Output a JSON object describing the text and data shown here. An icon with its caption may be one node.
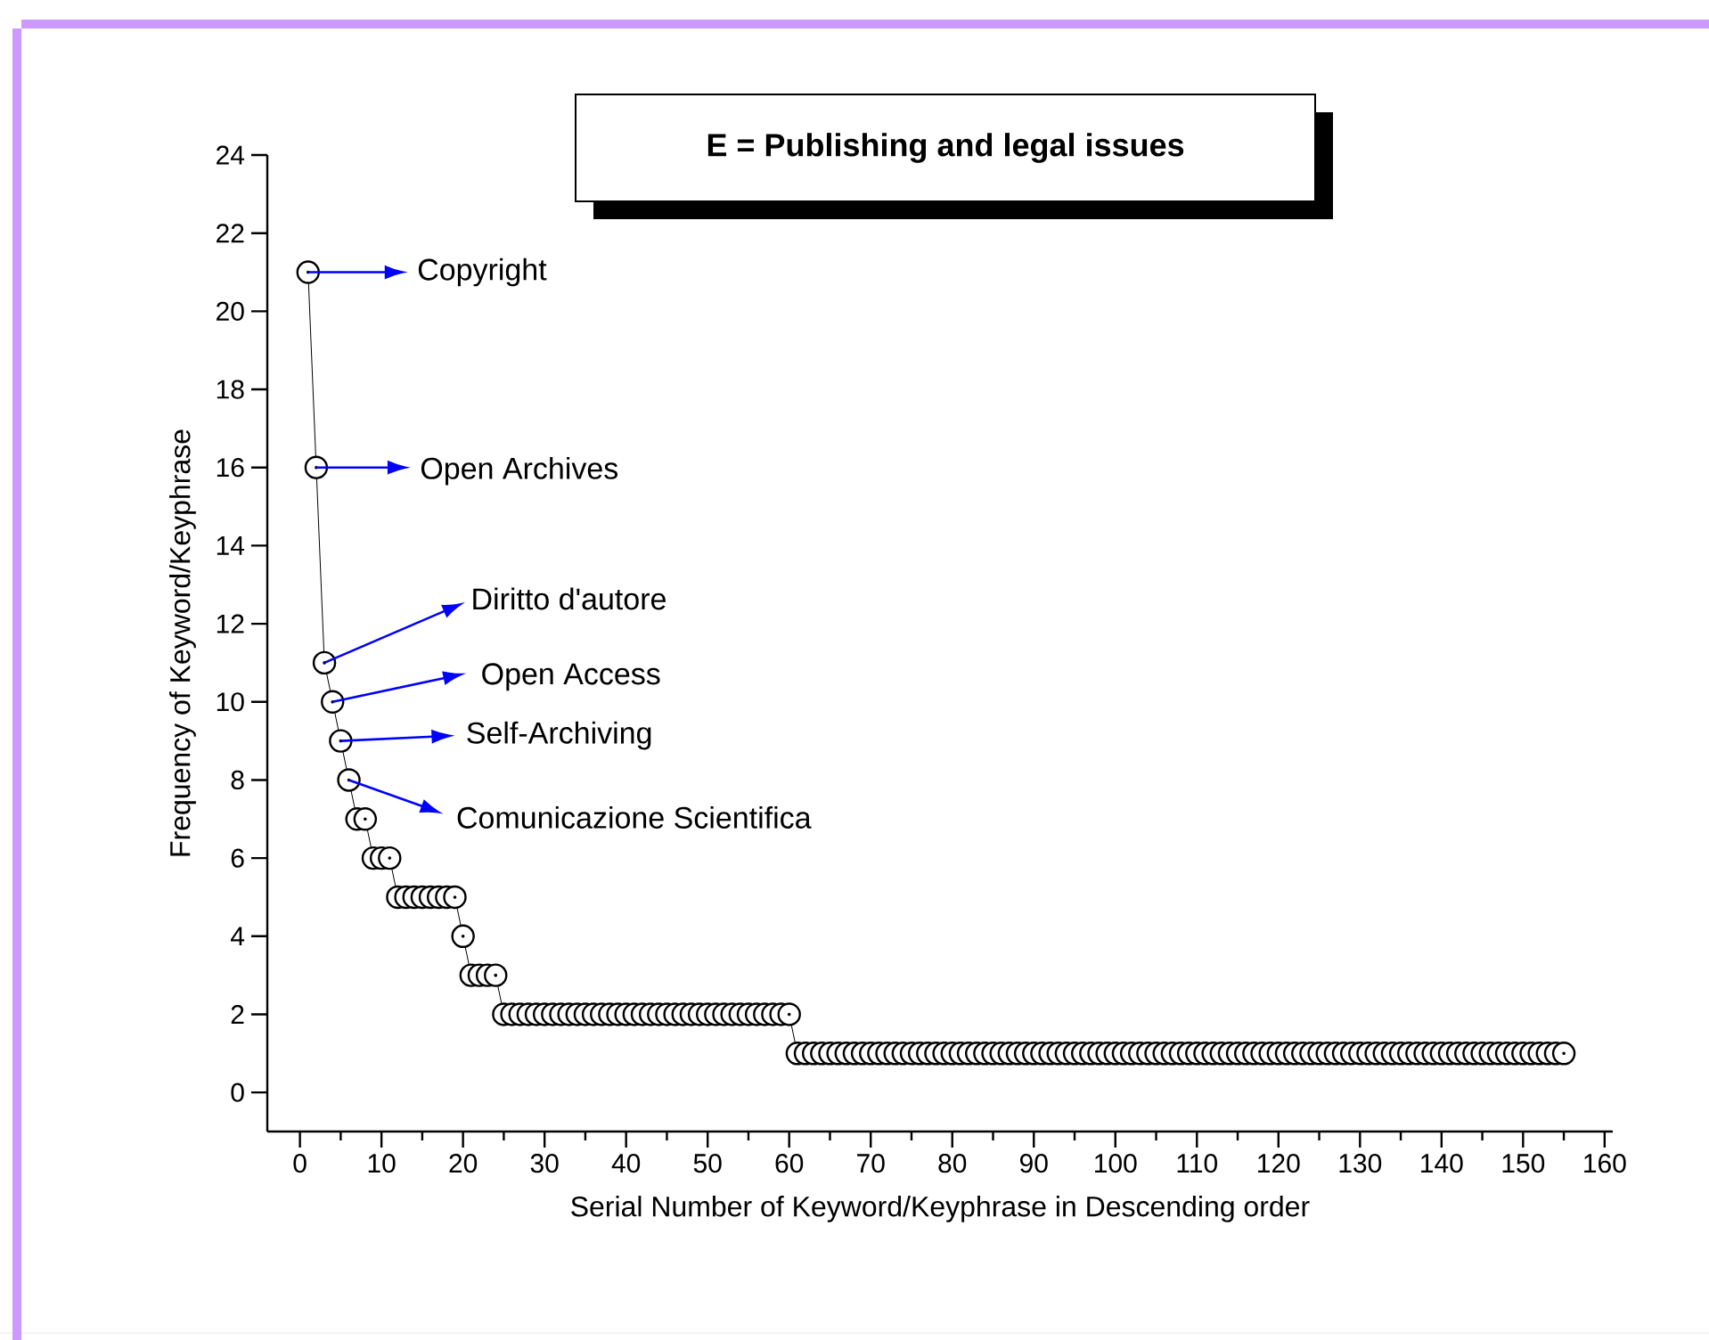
{
  "diagram": {
    "chart_data": {
      "type": "line",
      "title": "E = Publishing and legal issues",
      "xlabel": "Serial Number of Keyword/Keyphrase in Descending order",
      "ylabel": "Frequency of Keyword/Keyphrase",
      "x": [
        1,
        2,
        3,
        4,
        5,
        6,
        7,
        8,
        9,
        10,
        11,
        12,
        13,
        14,
        15,
        16,
        17,
        18,
        19,
        20,
        21,
        22,
        23,
        24,
        25,
        26,
        27,
        28,
        29,
        30,
        31,
        32,
        33,
        34,
        35,
        36,
        37,
        38,
        39,
        40,
        41,
        42,
        43,
        44,
        45,
        46,
        47,
        48,
        49,
        50,
        51,
        52,
        53,
        54,
        55,
        56,
        57,
        58,
        59,
        60,
        61,
        62,
        63,
        64,
        65,
        66,
        67,
        68,
        69,
        70,
        71,
        72,
        73,
        74,
        75,
        76,
        77,
        78,
        79,
        80,
        81,
        82,
        83,
        84,
        85,
        86,
        87,
        88,
        89,
        90,
        91,
        92,
        93,
        94,
        95,
        96,
        97,
        98,
        99,
        100,
        101,
        102,
        103,
        104,
        105,
        106,
        107,
        108,
        109,
        110,
        111,
        112,
        113,
        114,
        115,
        116,
        117,
        118,
        119,
        120,
        121,
        122,
        123,
        124,
        125,
        126,
        127,
        128,
        129,
        130,
        131,
        132,
        133,
        134,
        135,
        136,
        137,
        138,
        139,
        140,
        141,
        142,
        143,
        144,
        145,
        146,
        147,
        148,
        149,
        150,
        151,
        152,
        153,
        154,
        155
      ],
      "series": [
        {
          "color": "#000000",
          "marker": "circle",
          "values": [
            21,
            16,
            11,
            10,
            9,
            8,
            7,
            7,
            6,
            6,
            6,
            5,
            5,
            5,
            5,
            5,
            5,
            5,
            5,
            4,
            3,
            3,
            3,
            3,
            2,
            2,
            2,
            2,
            2,
            2,
            2,
            2,
            2,
            2,
            2,
            2,
            2,
            2,
            2,
            2,
            2,
            2,
            2,
            2,
            2,
            2,
            2,
            2,
            2,
            2,
            2,
            2,
            2,
            2,
            2,
            2,
            2,
            2,
            2,
            2,
            1,
            1,
            1,
            1,
            1,
            1,
            1,
            1,
            1,
            1,
            1,
            1,
            1,
            1,
            1,
            1,
            1,
            1,
            1,
            1,
            1,
            1,
            1,
            1,
            1,
            1,
            1,
            1,
            1,
            1,
            1,
            1,
            1,
            1,
            1,
            1,
            1,
            1,
            1,
            1,
            1,
            1,
            1,
            1,
            1,
            1,
            1,
            1,
            1,
            1,
            1,
            1,
            1,
            1,
            1,
            1,
            1,
            1,
            1,
            1,
            1,
            1,
            1,
            1,
            1,
            1,
            1,
            1,
            1,
            1,
            1,
            1,
            1,
            1,
            1,
            1,
            1,
            1,
            1,
            1,
            1,
            1,
            1,
            1,
            1,
            1,
            1,
            1,
            1,
            1,
            1,
            1,
            1,
            1,
            1
          ]
        }
      ],
      "xlim": [
        -4,
        161
      ],
      "ylim": [
        -1,
        24
      ],
      "xticks": [
        0,
        10,
        20,
        30,
        40,
        50,
        60,
        70,
        80,
        90,
        100,
        110,
        120,
        130,
        140,
        150,
        160
      ],
      "yticks": [
        0,
        2,
        4,
        6,
        8,
        10,
        12,
        14,
        16,
        18,
        20,
        22,
        24
      ],
      "annotations": [
        {
          "text": "Copyright",
          "x": 1,
          "y": 21
        },
        {
          "text": "Open Archives",
          "x": 2,
          "y": 16
        },
        {
          "text": "Diritto d'autore",
          "x": 3,
          "y": 11
        },
        {
          "text": "Open Access",
          "x": 4,
          "y": 10
        },
        {
          "text": "Self-Archiving",
          "x": 5,
          "y": 9
        },
        {
          "text": "Comunicazione Scientifica",
          "x": 6,
          "y": 8
        }
      ]
    }
  }
}
